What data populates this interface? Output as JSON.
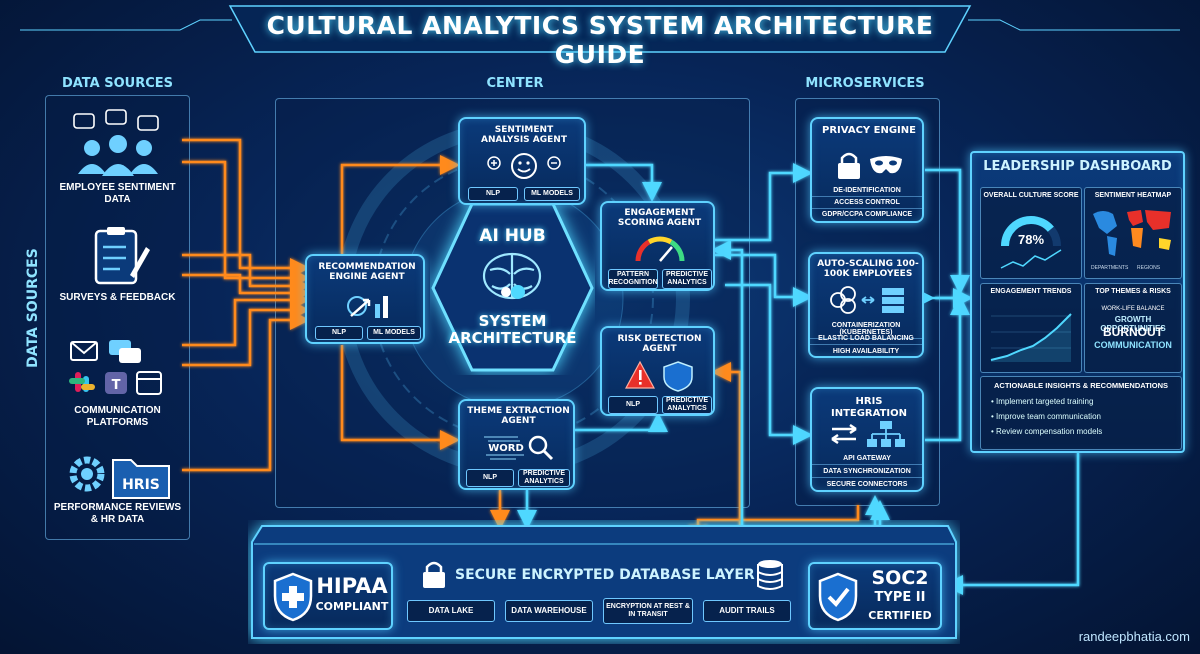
{
  "title": "CULTURAL ANALYTICS SYSTEM ARCHITECTURE GUIDE",
  "sections": {
    "data_sources": "DATA SOURCES",
    "data_sources_vertical": "DATA SOURCES",
    "center": "CENTER",
    "microservices": "MICROSERVICES"
  },
  "sources": [
    {
      "label": "EMPLOYEE SENTIMENT DATA",
      "icon": "people-chat-icon"
    },
    {
      "label": "SURVEYS & FEEDBACK",
      "icon": "clipboard-icon"
    },
    {
      "label": "COMMUNICATION PLATFORMS",
      "icon": "chat-apps-icon"
    },
    {
      "label": "PERFORMANCE REVIEWS & HR DATA",
      "icon": "gear-folder-icon",
      "folder_text": "HRIS"
    }
  ],
  "hub": {
    "title": "AI HUB",
    "subtitle": "SYSTEM ARCHITECTURE"
  },
  "agents": {
    "sentiment": {
      "title": "SENTIMENT ANALYSIS AGENT",
      "tags": [
        "NLP",
        "ML MODELS"
      ]
    },
    "engagement": {
      "title": "ENGAGEMENT SCORING AGENT",
      "tags": [
        "PATTERN RECOGNITION",
        "PREDICTIVE ANALYTICS"
      ]
    },
    "risk": {
      "title": "RISK DETECTION AGENT",
      "tags": [
        "NLP",
        "PREDICTIVE ANALYTICS"
      ]
    },
    "theme": {
      "title": "THEME EXTRACTION AGENT",
      "tags": [
        "NLP",
        "PREDICTIVE ANALYTICS"
      ],
      "word_text": "WORD"
    },
    "recommendation": {
      "title": "RECOMMENDATION ENGINE AGENT",
      "tags": [
        "NLP",
        "ML MODELS"
      ]
    }
  },
  "microservices": {
    "privacy": {
      "title": "PRIVACY ENGINE",
      "rows": [
        "DE-IDENTIFICATION",
        "ACCESS CONTROL",
        "GDPR/CCPA COMPLIANCE"
      ]
    },
    "autoscaling": {
      "title": "AUTO-SCALING 100-100K EMPLOYEES",
      "rows": [
        "CONTAINERIZATION (KUBERNETES)",
        "ELASTIC LOAD BALANCING",
        "HIGH AVAILABILITY"
      ]
    },
    "hris": {
      "title": "HRIS INTEGRATION",
      "rows": [
        "API GATEWAY",
        "DATA SYNCHRONIZATION",
        "SECURE CONNECTORS"
      ]
    }
  },
  "dashboard": {
    "title": "LEADERSHIP DASHBOARD",
    "culture_score": {
      "label": "OVERALL CULTURE SCORE",
      "value": "78%",
      "fraction": 0.78
    },
    "heatmap": {
      "label": "SENTIMENT HEATMAP",
      "legend": [
        "DEPARTMENTS",
        "REGIONS"
      ]
    },
    "trends": {
      "label": "ENGAGEMENT TRENDS"
    },
    "themes": {
      "label": "TOP THEMES & RISKS",
      "words": [
        "WORK-LIFE BALANCE",
        "GROWTH OPPORTUNITIES",
        "BURNOUT",
        "COMMUNICATION"
      ]
    },
    "insights": {
      "label": "ACTIONABLE INSIGHTS & RECOMMENDATIONS",
      "items": [
        "Implement targeted training",
        "Improve team communication",
        "Review compensation models"
      ]
    }
  },
  "database": {
    "title": "SECURE ENCRYPTED DATABASE LAYER",
    "items": [
      "DATA LAKE",
      "DATA WAREHOUSE",
      "ENCRYPTION AT REST & IN TRANSIT",
      "AUDIT TRAILS"
    ],
    "hipaa": {
      "big": "HIPAA",
      "small": "COMPLIANT"
    },
    "soc2": {
      "big": "SOC2",
      "mid": "TYPE II",
      "small": "CERTIFIED"
    }
  },
  "watermark": "randeepbhatia.com",
  "colors": {
    "cyan": "#4fd8ff",
    "orange": "#ff8a1f",
    "background": "#061a3c",
    "red": "#e8302a"
  }
}
